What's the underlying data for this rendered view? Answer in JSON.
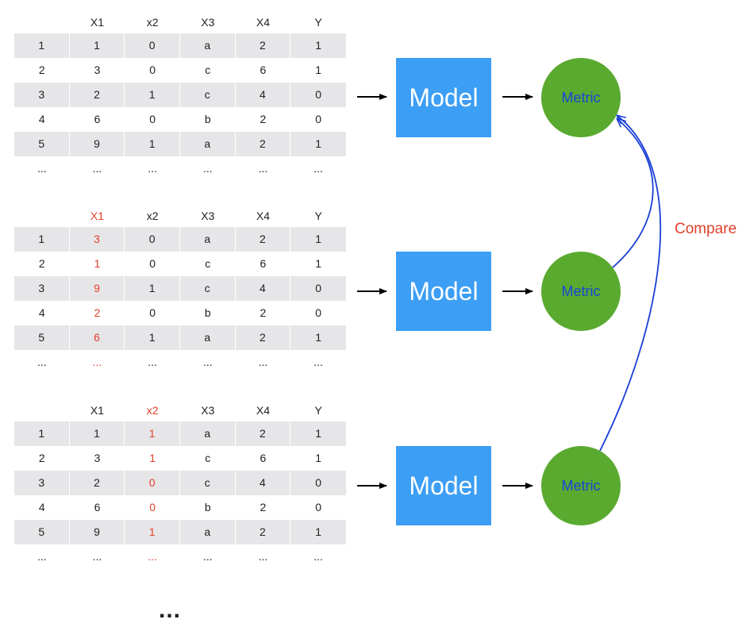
{
  "tables": [
    {
      "headers": [
        {
          "text": "",
          "red": false
        },
        {
          "text": "X1",
          "red": false
        },
        {
          "text": "x2",
          "red": false
        },
        {
          "text": "X3",
          "red": false
        },
        {
          "text": "X4",
          "red": false
        },
        {
          "text": "Y",
          "red": false
        }
      ],
      "rows": [
        [
          "1",
          "1",
          "0",
          "a",
          "2",
          "1"
        ],
        [
          "2",
          "3",
          "0",
          "c",
          "6",
          "1"
        ],
        [
          "3",
          "2",
          "1",
          "c",
          "4",
          "0"
        ],
        [
          "4",
          "6",
          "0",
          "b",
          "2",
          "0"
        ],
        [
          "5",
          "9",
          "1",
          "a",
          "2",
          "1"
        ],
        [
          "...",
          "...",
          "...",
          "...",
          "...",
          "..."
        ]
      ],
      "red_col": -1
    },
    {
      "headers": [
        {
          "text": "",
          "red": false
        },
        {
          "text": "X1",
          "red": true
        },
        {
          "text": "x2",
          "red": false
        },
        {
          "text": "X3",
          "red": false
        },
        {
          "text": "X4",
          "red": false
        },
        {
          "text": "Y",
          "red": false
        }
      ],
      "rows": [
        [
          "1",
          "3",
          "0",
          "a",
          "2",
          "1"
        ],
        [
          "2",
          "1",
          "0",
          "c",
          "6",
          "1"
        ],
        [
          "3",
          "9",
          "1",
          "c",
          "4",
          "0"
        ],
        [
          "4",
          "2",
          "0",
          "b",
          "2",
          "0"
        ],
        [
          "5",
          "6",
          "1",
          "a",
          "2",
          "1"
        ],
        [
          "...",
          "...",
          "...",
          "...",
          "...",
          "..."
        ]
      ],
      "red_col": 1
    },
    {
      "headers": [
        {
          "text": "",
          "red": false
        },
        {
          "text": "X1",
          "red": false
        },
        {
          "text": "x2",
          "red": true
        },
        {
          "text": "X3",
          "red": false
        },
        {
          "text": "X4",
          "red": false
        },
        {
          "text": "Y",
          "red": false
        }
      ],
      "rows": [
        [
          "1",
          "1",
          "1",
          "a",
          "2",
          "1"
        ],
        [
          "2",
          "3",
          "1",
          "c",
          "6",
          "1"
        ],
        [
          "3",
          "2",
          "0",
          "c",
          "4",
          "0"
        ],
        [
          "4",
          "6",
          "0",
          "b",
          "2",
          "0"
        ],
        [
          "5",
          "9",
          "1",
          "a",
          "2",
          "1"
        ],
        [
          "...",
          "...",
          "...",
          "...",
          "...",
          "..."
        ]
      ],
      "red_col": 2
    }
  ],
  "model_label": "Model",
  "metric_label": "Metric",
  "compare_label": "Compare",
  "bottom_ellipsis": "...",
  "colors": {
    "model": "#3c9ef4",
    "metric": "#5aaa30",
    "metric_text": "#1946d6",
    "highlight": "#e0402a",
    "compare_arrow": "#1a3fd6",
    "row_shade": "#e6e6e9"
  }
}
